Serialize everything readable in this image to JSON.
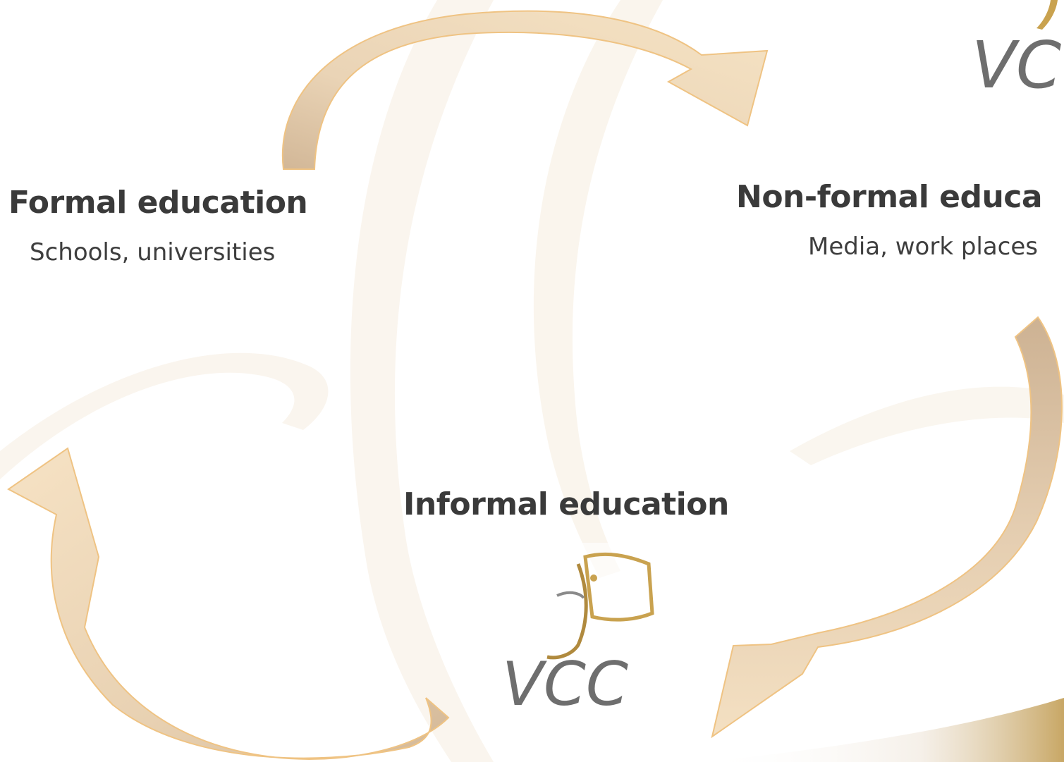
{
  "nodes": {
    "formal": {
      "title": "Formal education",
      "subtitle": "Schools, universities"
    },
    "non_formal": {
      "title": "Non-formal educa",
      "subtitle": "Media, work places"
    },
    "informal": {
      "title": "Informal education"
    }
  },
  "logo": {
    "text": "VCC"
  },
  "colors": {
    "arrow_fill": "#efd9b8",
    "arrow_stroke": "#f0c07a",
    "arrow_shade": "#c9ae8c",
    "title_text": "#3a3a3a",
    "logo_gold": "#c9a24f",
    "logo_grey": "#6b6b6b"
  }
}
